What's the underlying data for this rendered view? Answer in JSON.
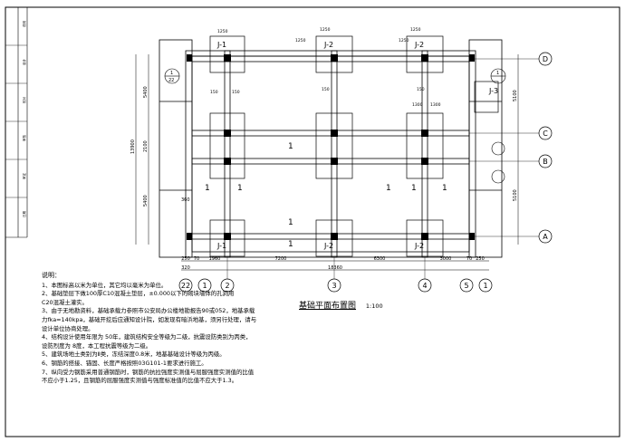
{
  "drawing": {
    "title": "基础平面布置图",
    "scale": "1:100"
  },
  "footings": {
    "top": [
      "J-1",
      "J-2",
      "J-2"
    ],
    "bottom": [
      "J-1",
      "J-2",
      "J-2"
    ],
    "right_label": "J-3",
    "dims_top": [
      "1250",
      "1250",
      "1250"
    ],
    "dims_top2": [
      "1250",
      "1250"
    ],
    "dims_mid": [
      "1300",
      "1300"
    ],
    "dims_150": [
      "150",
      "150"
    ],
    "dims_side": [
      "150",
      "150"
    ]
  },
  "axes": {
    "bottom": [
      "22",
      "1",
      "2",
      "3",
      "4",
      "5",
      "1"
    ],
    "right": [
      "D",
      "C",
      "B",
      "A"
    ]
  },
  "dimensions": {
    "bottom_segments": [
      "250",
      "70",
      "1960",
      "7200",
      "6300",
      "3000",
      "70",
      "250"
    ],
    "bottom_total": "18360",
    "bottom_extra": "320",
    "left_segments": [
      "5400",
      "2100",
      "5400"
    ],
    "left_total": "13900",
    "right_segments": [
      "5100",
      "5100"
    ],
    "left_small": [
      "360"
    ]
  },
  "symbols": {
    "section_marks": [
      "1",
      "1",
      "1",
      "1",
      "1",
      "1",
      "1",
      "1"
    ],
    "callouts_left": [
      "1",
      "1"
    ],
    "callout_denom": "22"
  },
  "notes": {
    "heading": "说明：",
    "items": [
      "1、本图标高以米为单位，其它均以毫米为单位。",
      "2、基础垫层下做100厚C10混凝土垫层，±0.000以下的砌块墙体的孔洞用",
      "   C20混凝土灌实。",
      "3、由于无地勘资料，基础承载力参照市公安局办公楼地勘报告90或052，地基承载",
      "   力fka=140kpa，基础开挖后应通知设计院，如发现有暗浜地基，须另行处理，请与",
      "   设计单位协商处理。",
      "4、结构设计使用年限为  50年，建筑结构安全等级为二级，抗震设防类别为丙类，",
      "   设防烈度为 8度，本工程抗震等级为二级。",
      "5、建筑场地土类别为Ⅱ类，冻结深度0.8米，地基基础设计等级为丙级。",
      "6、钢筋的搭接、锚固、长度严格按照03G101-1要求进行施工。",
      "7、纵向受力钢筋采用普通钢筋时，钢筋的抗拉强度实测值与屈服强度实测值的比值",
      "   不应小于1.25，且钢筋的屈服强度实测值与强度标准值的比值不应大于1.3。"
    ]
  },
  "titleblock_column": [
    "说明",
    "设计",
    "校对",
    "审核",
    "审定",
    "日期"
  ]
}
